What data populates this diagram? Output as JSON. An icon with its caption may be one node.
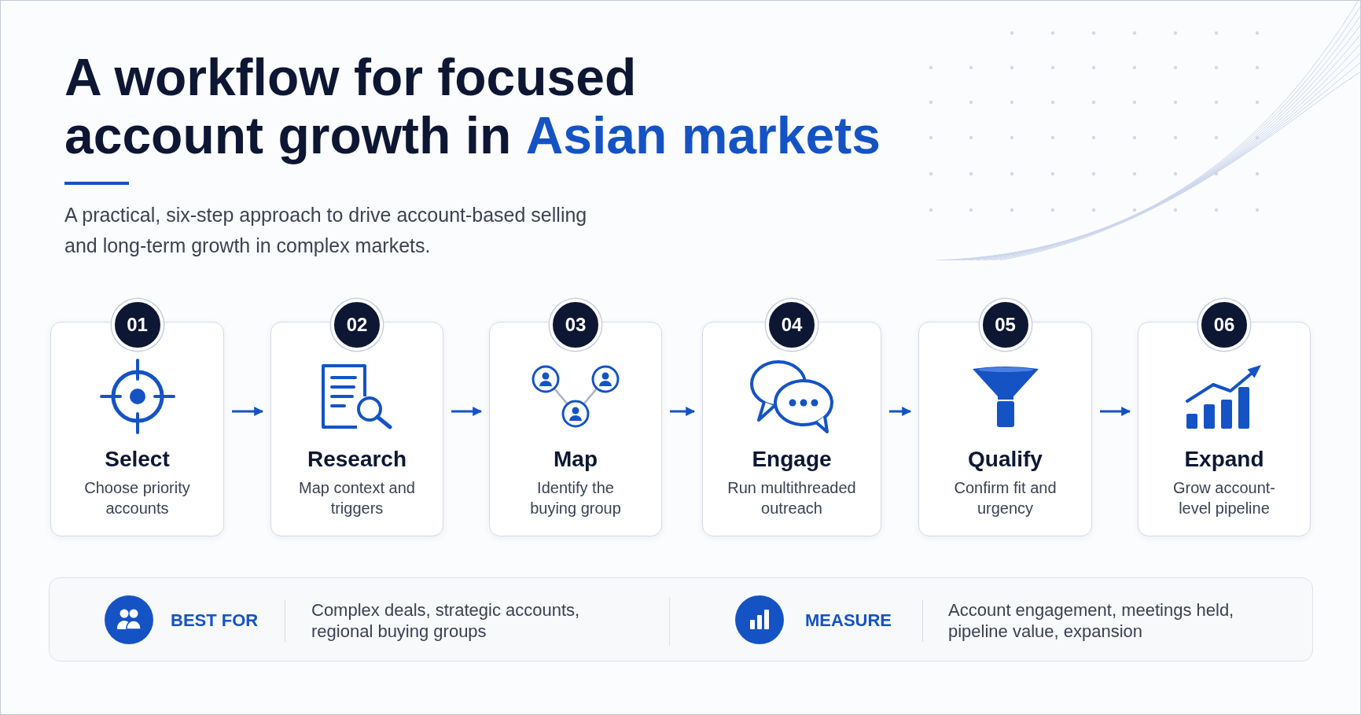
{
  "diagram": {
    "title": "A workflow for focused account growth in **Asian markets**",
    "nodes": [
      {
        "text": [
          "01",
          "Select",
          "Choose priority accounts"
        ]
      },
      {
        "text": [
          "02",
          "Research",
          "Map context and triggers"
        ]
      },
      {
        "text": [
          "03",
          "Map",
          "Identify the buying group"
        ]
      },
      {
        "text": [
          "04",
          "Engage",
          "Run multithreaded outreach"
        ]
      },
      {
        "text": [
          "05",
          "Qualify",
          "Confirm fit and urgency"
        ]
      },
      {
        "text": [
          "06",
          "Expand",
          "Grow account-level pipeline"
        ]
      },
      {
        "text": [
          "BEST FOR",
          "Complex deals, strategic accounts, regional buying groups",
          "MEASURE",
          "Account engagement, meetings held, pipeline value, expansion"
        ]
      }
    ],
    "edges": [
      {
        "from": 0,
        "to": 1,
        "arrow": "to"
      },
      {
        "from": 1,
        "to": 2,
        "arrow": "to"
      },
      {
        "from": 2,
        "to": 3,
        "arrow": "to"
      },
      {
        "from": 3,
        "to": 4,
        "arrow": "to"
      },
      {
        "from": 4,
        "to": 5,
        "arrow": "to"
      }
    ],
    "labels": [
      "A practical, six-step approach to drive account-based selling and long-term growth in complex markets."
    ]
  }
}
